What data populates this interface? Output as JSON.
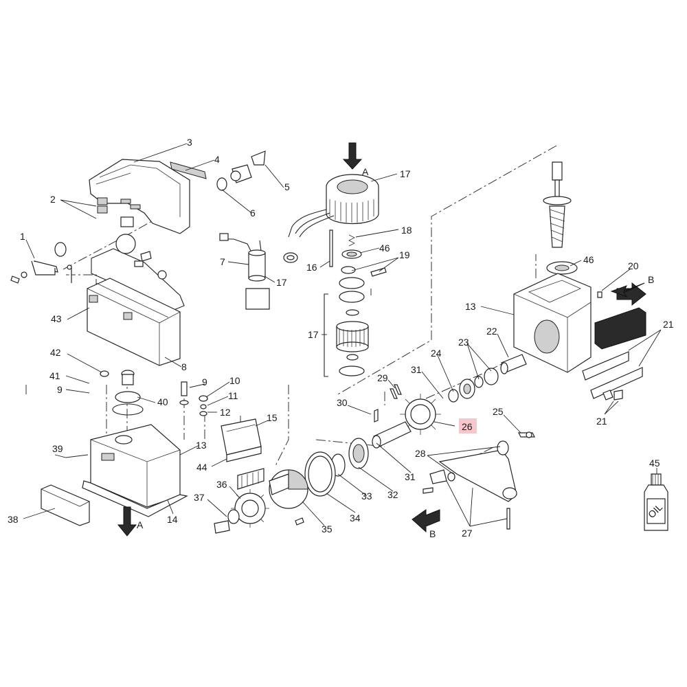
{
  "callouts": [
    {
      "id": "c1",
      "text": "1"
    },
    {
      "id": "c2",
      "text": "2"
    },
    {
      "id": "c3",
      "text": "3"
    },
    {
      "id": "c4",
      "text": "4"
    },
    {
      "id": "c5",
      "text": "5"
    },
    {
      "id": "c6",
      "text": "6"
    },
    {
      "id": "c7",
      "text": "7"
    },
    {
      "id": "c8",
      "text": "8"
    },
    {
      "id": "c9a",
      "text": "9"
    },
    {
      "id": "c9b",
      "text": "9"
    },
    {
      "id": "c10",
      "text": "10"
    },
    {
      "id": "c11",
      "text": "11"
    },
    {
      "id": "c12",
      "text": "12"
    },
    {
      "id": "c13a",
      "text": "13"
    },
    {
      "id": "c13b",
      "text": "13"
    },
    {
      "id": "c14",
      "text": "14"
    },
    {
      "id": "c15",
      "text": "15"
    },
    {
      "id": "c16",
      "text": "16"
    },
    {
      "id": "c17a",
      "text": "17"
    },
    {
      "id": "c17b",
      "text": "17"
    },
    {
      "id": "c17c",
      "text": "17"
    },
    {
      "id": "c18",
      "text": "18"
    },
    {
      "id": "c19",
      "text": "19"
    },
    {
      "id": "c20",
      "text": "20"
    },
    {
      "id": "c21a",
      "text": "21"
    },
    {
      "id": "c21b",
      "text": "21"
    },
    {
      "id": "c22",
      "text": "22"
    },
    {
      "id": "c23",
      "text": "23"
    },
    {
      "id": "c24",
      "text": "24"
    },
    {
      "id": "c25",
      "text": "25"
    },
    {
      "id": "c26",
      "text": "26",
      "highlight": true
    },
    {
      "id": "c27",
      "text": "27"
    },
    {
      "id": "c28",
      "text": "28"
    },
    {
      "id": "c29",
      "text": "29"
    },
    {
      "id": "c30",
      "text": "30"
    },
    {
      "id": "c31a",
      "text": "31"
    },
    {
      "id": "c31b",
      "text": "31"
    },
    {
      "id": "c32",
      "text": "32"
    },
    {
      "id": "c33",
      "text": "33"
    },
    {
      "id": "c34",
      "text": "34"
    },
    {
      "id": "c35",
      "text": "35"
    },
    {
      "id": "c36",
      "text": "36"
    },
    {
      "id": "c37",
      "text": "37"
    },
    {
      "id": "c38",
      "text": "38"
    },
    {
      "id": "c39",
      "text": "39"
    },
    {
      "id": "c40",
      "text": "40"
    },
    {
      "id": "c41",
      "text": "41"
    },
    {
      "id": "c42",
      "text": "42"
    },
    {
      "id": "c43",
      "text": "43"
    },
    {
      "id": "c44",
      "text": "44"
    },
    {
      "id": "c45",
      "text": "45"
    },
    {
      "id": "c46a",
      "text": "46"
    },
    {
      "id": "c46b",
      "text": "46"
    }
  ],
  "view_markers": [
    {
      "id": "vA1",
      "text": "A"
    },
    {
      "id": "vA2",
      "text": "A"
    },
    {
      "id": "vB1",
      "text": "B"
    },
    {
      "id": "vB2",
      "text": "B"
    }
  ],
  "oil_label": "OIL",
  "highlight_color": "#f6c7cc"
}
